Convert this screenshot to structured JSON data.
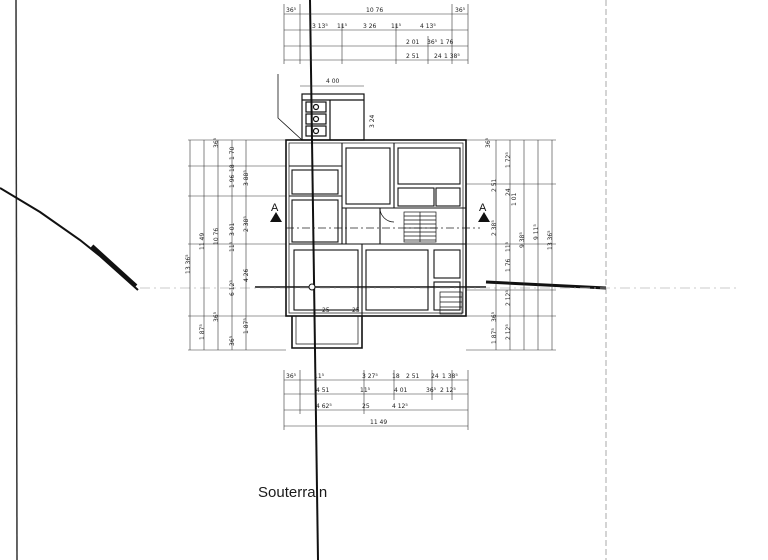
{
  "caption": "Souterrain",
  "section_marks": [
    "A",
    "A"
  ],
  "dimensions": {
    "top": [
      "36⁵",
      "10 76",
      "36⁵",
      "3 13⁵",
      "11⁵",
      "3 26",
      "11⁵",
      "4 13⁵",
      "2 01",
      "36⁵",
      "1 76",
      "2 51",
      "24",
      "1 38⁵",
      "4 00",
      "3 24"
    ],
    "left": [
      "13 36⁵",
      "11 49",
      "10 76",
      "36⁵",
      "1 70",
      "1 96",
      "18",
      "3 88⁵",
      "3 01",
      "2 38⁵",
      "11⁵",
      "4 26",
      "6 12⁵",
      "1 87⁵",
      "1 87⁵",
      "36⁵",
      "36⁵"
    ],
    "right": [
      "36⁵",
      "1 72⁵",
      "2 51",
      "24",
      "1 01",
      "2 38⁵",
      "11⁵",
      "1 76",
      "9 38⁵",
      "9 11⁵",
      "13 36⁵",
      "2 12⁵",
      "36⁵",
      "1 87⁵",
      "2 12⁵"
    ],
    "bottom": [
      "36⁵",
      "11⁵",
      "3 27⁵",
      "18",
      "2 51",
      "24",
      "1 38⁵",
      "4 51",
      "11⁵",
      "4 01",
      "36⁵",
      "2 12⁵",
      "4 62⁵",
      "25",
      "4 12⁵",
      "11 49",
      "25",
      "25"
    ]
  }
}
